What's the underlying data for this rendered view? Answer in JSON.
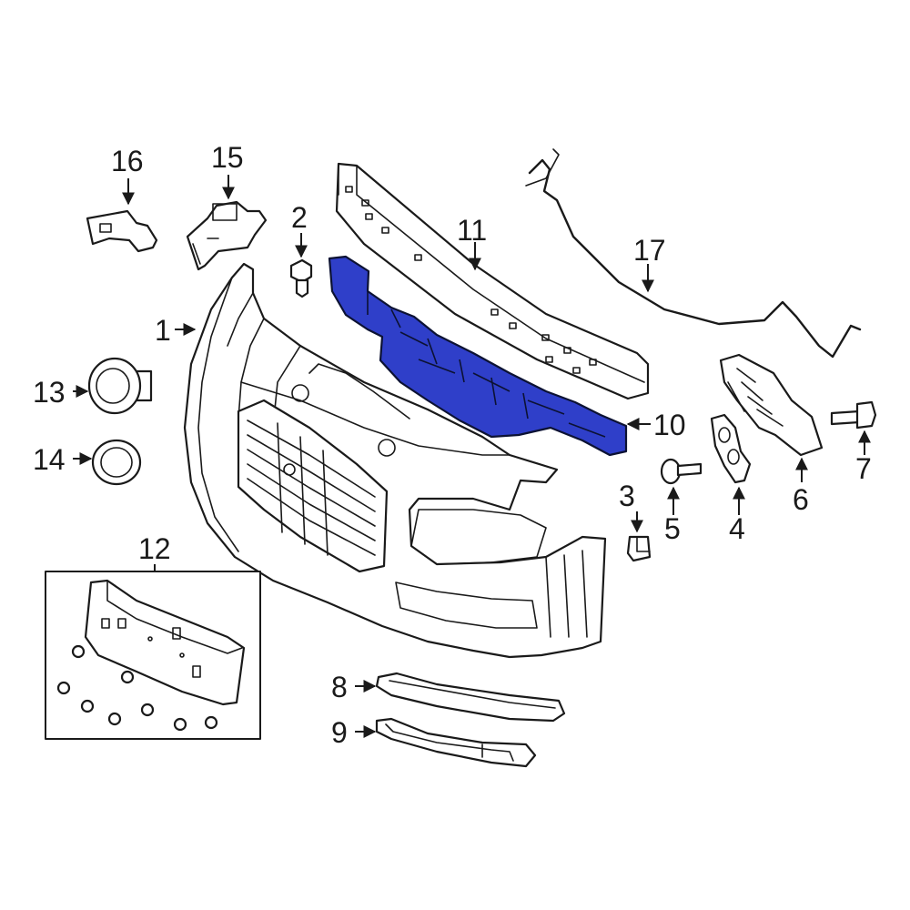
{
  "colors": {
    "highlight": "#2f3fc9",
    "line": "#1a1a1a",
    "background": "#ffffff"
  },
  "callouts": {
    "c1": "1",
    "c2": "2",
    "c3": "3",
    "c4": "4",
    "c5": "5",
    "c6": "6",
    "c7": "7",
    "c8": "8",
    "c9": "9",
    "c10": "10",
    "c11": "11",
    "c12": "12",
    "c13": "13",
    "c14": "14",
    "c15": "15",
    "c16": "16",
    "c17": "17"
  }
}
